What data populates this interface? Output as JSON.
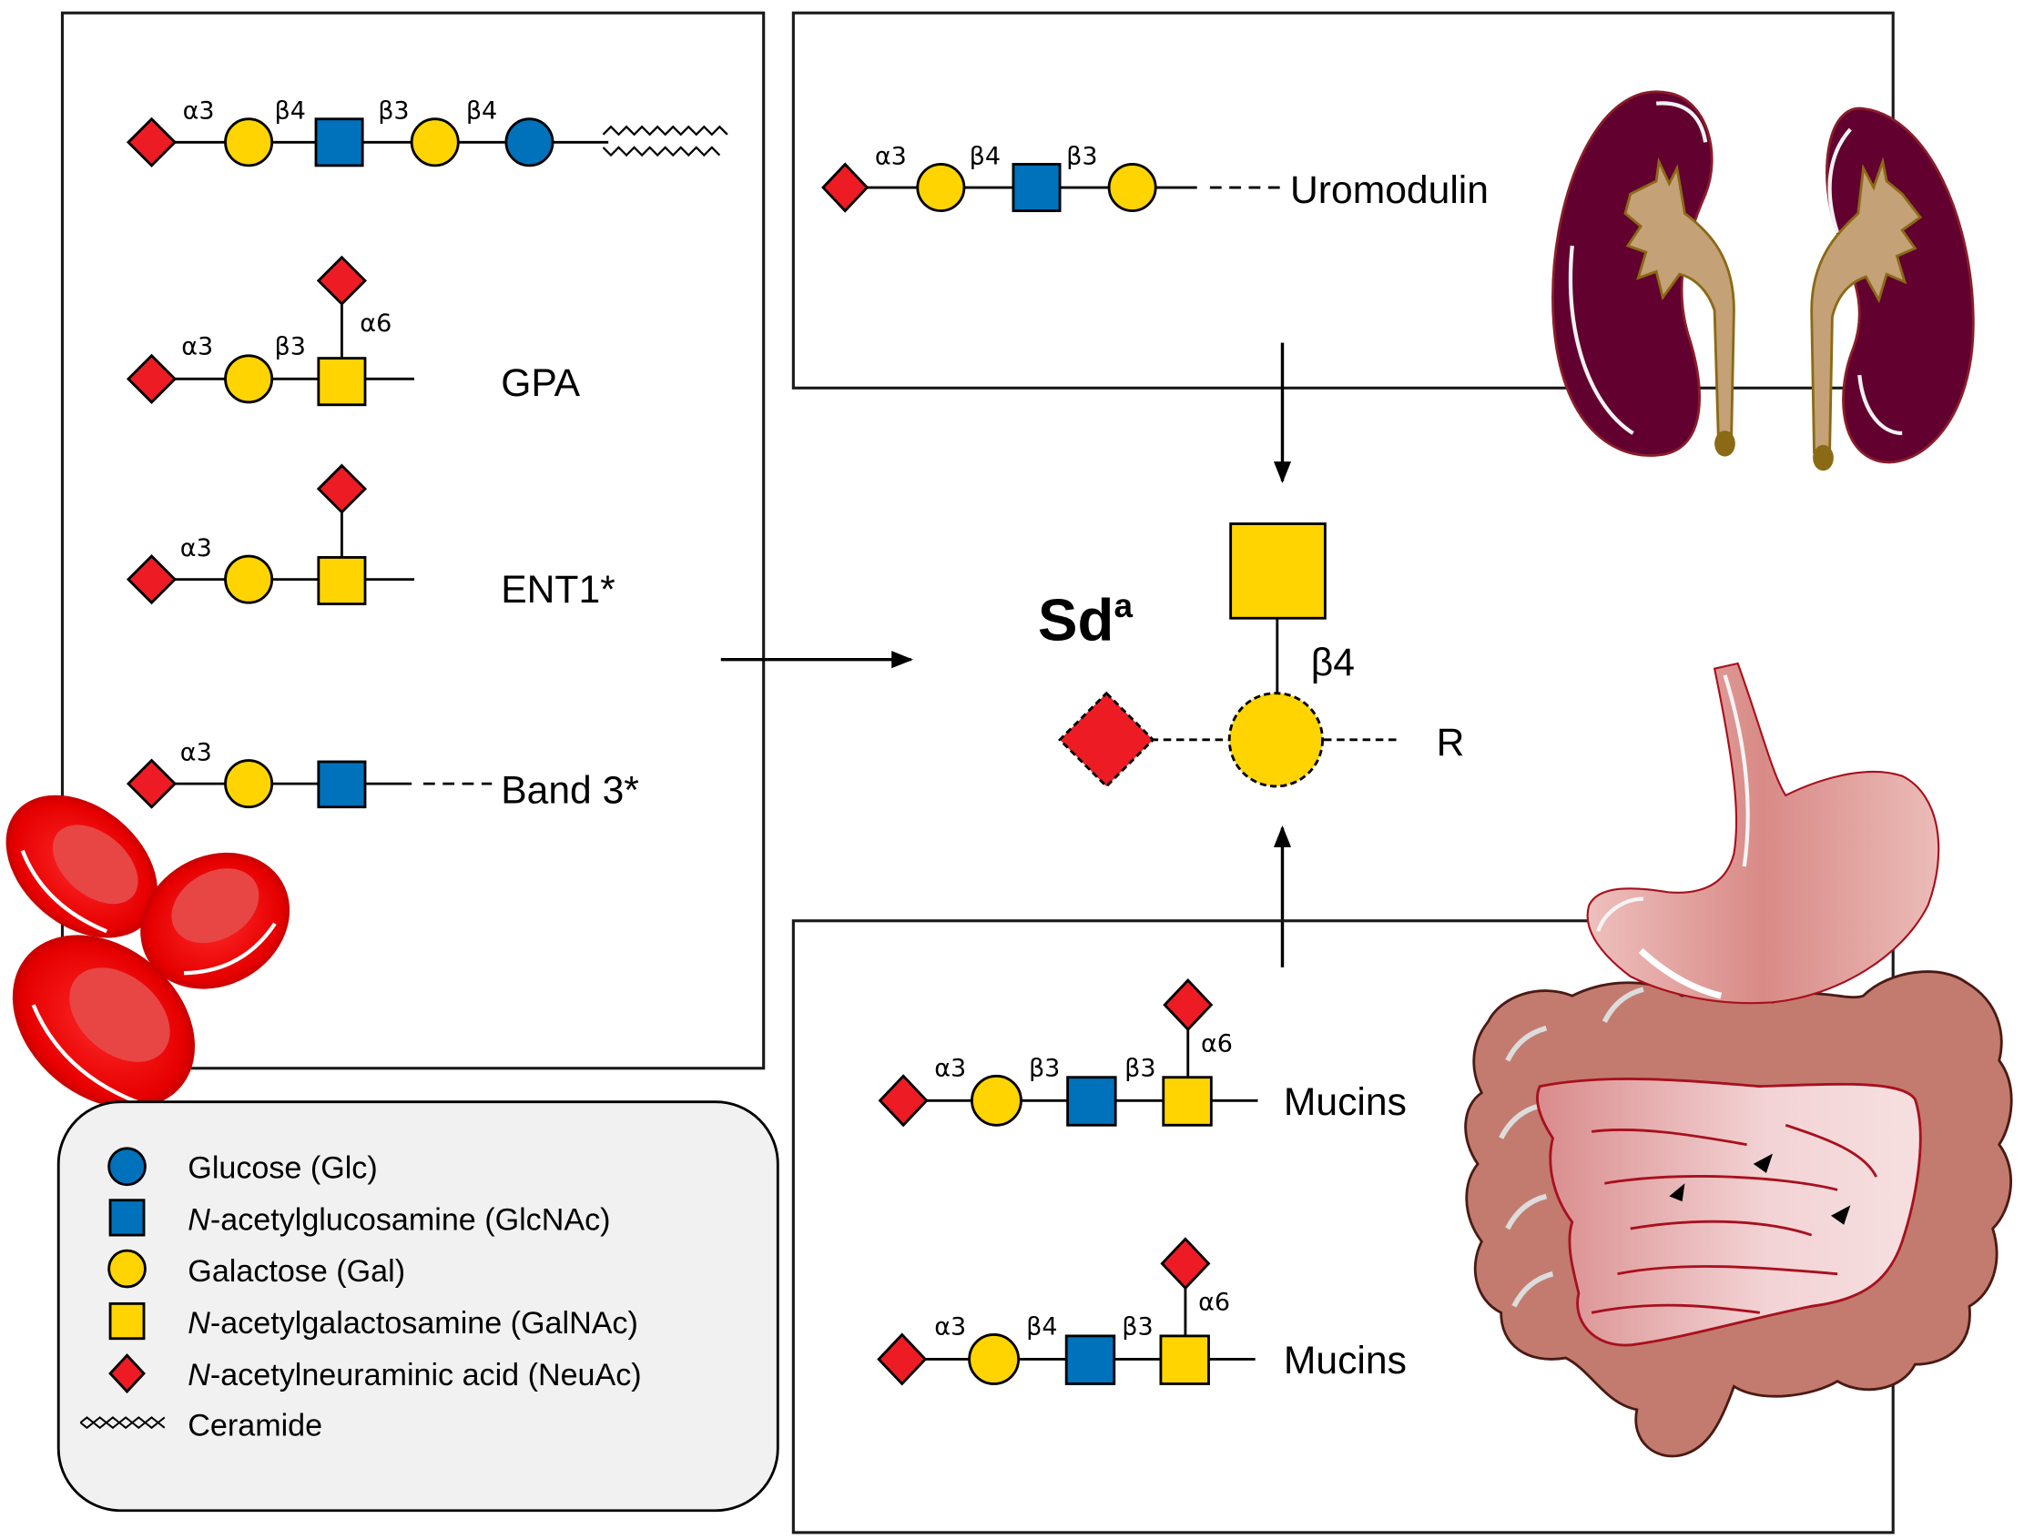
{
  "colors": {
    "glucose": "#0072bc",
    "glcnac": "#0072bc",
    "galactose": "#ffd400",
    "galnac": "#ffd400",
    "neuac": "#ed1c24",
    "legend_bg": "#f1f1f1",
    "rbc": "#e60000",
    "kidney": "#620030",
    "pelvis": "#c4a176",
    "colon": "#c27b6e",
    "intestine": "#eabbbe",
    "stomach": "#dc9a96"
  },
  "title": {
    "main": "Sd",
    "sup": "a"
  },
  "core_structure": {
    "linkage": "β4",
    "reducing_end": "R",
    "residues": [
      "GalNAc",
      "Gal",
      "NeuAc"
    ]
  },
  "left_panel": {
    "structures": [
      {
        "id": "ceramide-glycan",
        "label": "",
        "linkages": [
          "α3",
          "β4",
          "β3",
          "β4"
        ],
        "residues": [
          "NeuAc",
          "Gal",
          "GlcNAc",
          "Gal",
          "Glc",
          "Ceramide"
        ]
      },
      {
        "id": "gpa-glycan",
        "label": "GPA",
        "linkages": [
          "α3",
          "β3",
          "α6"
        ],
        "residues": [
          "NeuAc",
          "Gal",
          "GalNAc",
          "NeuAc"
        ]
      },
      {
        "id": "ent1-glycan",
        "label": "ENT1*",
        "linkages": [
          "α3"
        ],
        "residues": [
          "NeuAc",
          "Gal",
          "GalNAc",
          "NeuAc"
        ]
      },
      {
        "id": "band3-glycan",
        "label": "Band 3*",
        "linkages": [
          "α3"
        ],
        "residues": [
          "NeuAc",
          "Gal",
          "GlcNAc"
        ]
      }
    ]
  },
  "top_right_panel": {
    "structures": [
      {
        "id": "uromodulin-glycan",
        "label": "Uromodulin",
        "linkages": [
          "α3",
          "β4",
          "β3"
        ],
        "residues": [
          "NeuAc",
          "Gal",
          "GlcNAc",
          "Gal"
        ]
      }
    ]
  },
  "bottom_right_panel": {
    "structures": [
      {
        "id": "mucin-glycan-1",
        "label": "Mucins",
        "linkages": [
          "α3",
          "β3",
          "β3",
          "α6"
        ],
        "residues": [
          "NeuAc",
          "Gal",
          "GlcNAc",
          "GalNAc",
          "NeuAc"
        ]
      },
      {
        "id": "mucin-glycan-2",
        "label": "Mucins",
        "linkages": [
          "α3",
          "β4",
          "β3",
          "α6"
        ],
        "residues": [
          "NeuAc",
          "Gal",
          "GlcNAc",
          "GalNAc",
          "NeuAc"
        ]
      }
    ]
  },
  "legend": {
    "items": [
      {
        "symbol": "blue-circle",
        "prefix": "",
        "text": "Glucose (Glc)"
      },
      {
        "symbol": "blue-square",
        "prefix": "N",
        "text": "-acetylglucosamine (GlcNAc)"
      },
      {
        "symbol": "yellow-circle",
        "prefix": "",
        "text": "Galactose (Gal)"
      },
      {
        "symbol": "yellow-square",
        "prefix": "N",
        "text": "-acetylgalactosamine (GalNAc)"
      },
      {
        "symbol": "red-diamond",
        "prefix": "N",
        "text": "-acetylneuraminic acid (NeuAc)"
      },
      {
        "symbol": "ceramide-zigzag",
        "prefix": "",
        "text": "Ceramide"
      }
    ]
  }
}
